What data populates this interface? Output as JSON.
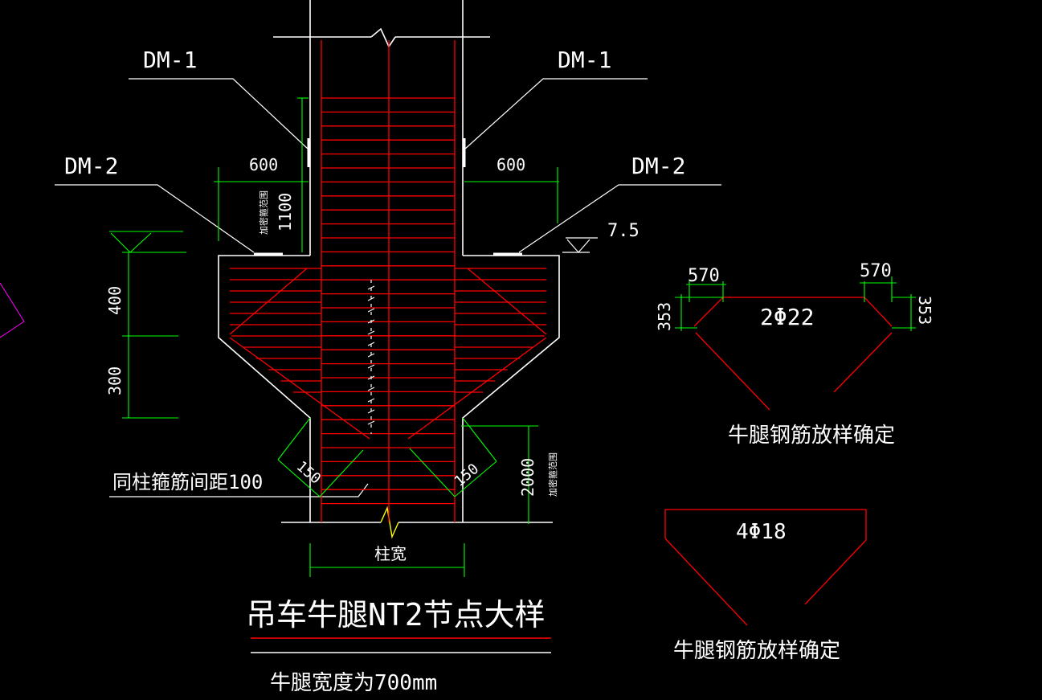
{
  "colors": {
    "background": "#000000",
    "outline": "#ffffff",
    "rebar": "#ff0000",
    "dimension": "#00ff00",
    "break_mark": "#ffff00",
    "stray": "#ff00ff"
  },
  "labels": {
    "dm1_left": "DM-1",
    "dm1_right": "DM-1",
    "dm2_left": "DM-2",
    "dm2_right": "DM-2",
    "stirrup_note": "同柱箍筋间距100",
    "column_width": "柱宽",
    "title": "吊车牛腿NT2节点大样",
    "width_note": "牛腿宽度为700mm",
    "upper_bar": "2Φ22",
    "lower_bar": "4Φ18",
    "layout_note_1": "牛腿钢筋放样确定",
    "layout_note_2": "牛腿钢筋放样确定"
  },
  "dimensions": {
    "left_600": "600",
    "right_600": "600",
    "dense_zone_top": "1100",
    "dense_zone_top_note": "加密箍范围",
    "dense_zone_bottom": "2000",
    "dense_zone_bottom_note": "加密箍范围",
    "elevation": "7.5",
    "h_400": "400",
    "h_300": "300",
    "left_150": "150",
    "right_150": "150",
    "bar_570_left": "570",
    "bar_570_right": "570",
    "bar_353_left": "353",
    "bar_353_right": "353"
  }
}
